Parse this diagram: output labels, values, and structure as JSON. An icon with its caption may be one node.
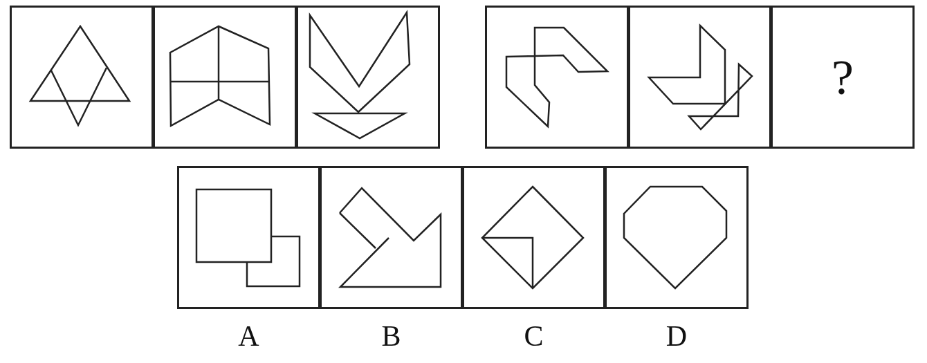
{
  "diagram": {
    "nodes": [
      {
        "text": [],
        "shape": "box"
      },
      {
        "text": [],
        "shape": "box"
      },
      {
        "text": [],
        "shape": "box"
      },
      {
        "text": [],
        "shape": "box"
      },
      {
        "text": [],
        "shape": "box"
      },
      {
        "text": [
          "?"
        ]
      },
      {
        "text": [],
        "shape": "box",
        "beside": [
          "A"
        ]
      },
      {
        "text": [],
        "shape": "box",
        "beside": [
          "B"
        ]
      },
      {
        "text": [],
        "shape": "box",
        "beside": [
          "C"
        ]
      },
      {
        "text": [],
        "shape": "box",
        "beside": [
          "D"
        ]
      }
    ]
  }
}
